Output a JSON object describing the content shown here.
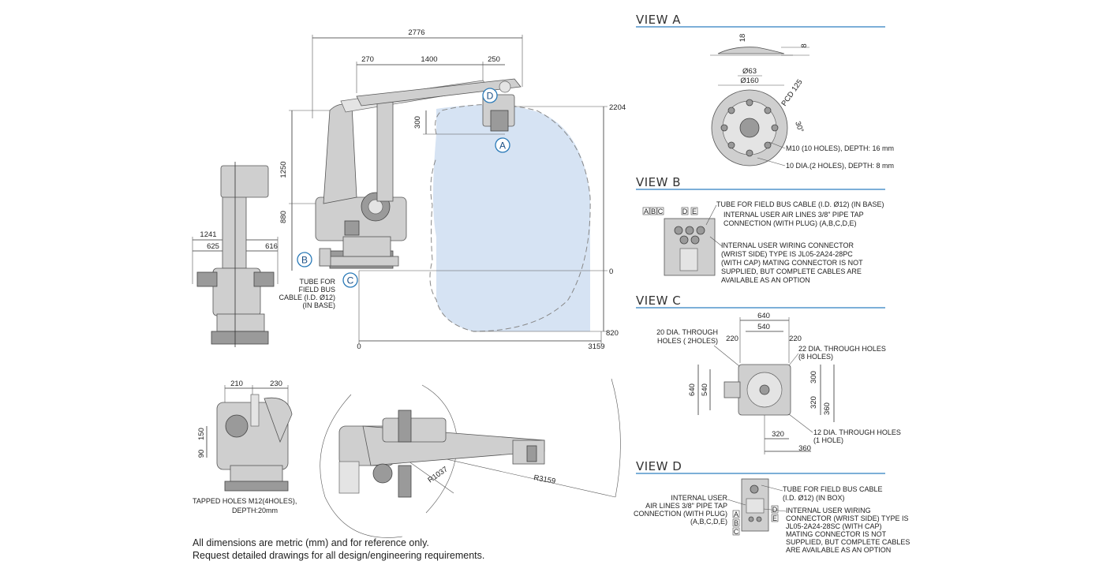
{
  "views": {
    "a": {
      "heading": "VIEW A",
      "dims": {
        "d18": "18",
        "d8": "8",
        "d63": "Ø63",
        "d160": "Ø160",
        "pcd": "PCD 125",
        "ang": "30°"
      },
      "notes": {
        "m10": "M10 (10 HOLES), DEPTH: 16 mm",
        "dia10": "10 DIA.(2 HOLES), DEPTH: 8 mm"
      }
    },
    "b": {
      "heading": "VIEW B",
      "labels": [
        "A",
        "B",
        "C",
        "D",
        "E"
      ],
      "notes": {
        "tube": "TUBE FOR FIELD BUS CABLE (I.D. Ø12) (IN BASE)",
        "air1": "INTERNAL USER AIR LINES 3/8\" PIPE TAP",
        "air2": "CONNECTION (WITH PLUG) (A,B,C,D,E)",
        "w1": "INTERNAL USER WIRING CONNECTOR",
        "w2": "(WRIST SIDE) TYPE IS JL05-2A24-28PC",
        "w3": "(WITH CAP) MATING CONNECTOR IS NOT",
        "w4": "SUPPLIED, BUT COMPLETE CABLES ARE",
        "w5": "AVAILABLE AS AN OPTION"
      }
    },
    "c": {
      "heading": "VIEW C",
      "dims": {
        "d640a": "640",
        "d540a": "540",
        "d220a": "220",
        "d220b": "220",
        "d640b": "640",
        "d540b": "540",
        "d300": "300",
        "d320a": "320",
        "d360a": "360",
        "d320b": "320",
        "d360b": "360"
      },
      "notes": {
        "h20a": "20 DIA. THROUGH",
        "h20b": "HOLES ( 2HOLES)",
        "h22a": "22 DIA. THROUGH HOLES",
        "h22b": "(8 HOLES)",
        "h12a": "12 DIA. THROUGH HOLES",
        "h12b": "(1 HOLE)"
      }
    },
    "d": {
      "heading": "VIEW D",
      "labels": [
        "A",
        "B",
        "C",
        "D",
        "E"
      ],
      "notes": {
        "tube1": "TUBE FOR FIELD BUS CABLE",
        "tube2": "(I.D. Ø12) (IN BOX)",
        "air1": "INTERNAL USER",
        "air2": "AIR LINES 3/8\" PIPE TAP",
        "air3": "CONNECTION (WITH PLUG)",
        "air4": "(A,B,C,D,E)",
        "w1": "INTERNAL USER WIRING",
        "w2": "CONNECTOR (WRIST SIDE) TYPE IS",
        "w3": "JL05-2A24-28SC (WITH CAP)",
        "w4": "MATING CONNECTOR IS NOT",
        "w5": "SUPPLIED, BUT COMPLETE CABLES",
        "w6": "ARE AVAILABLE AS AN OPTION"
      }
    }
  },
  "side": {
    "dims": {
      "d2776": "2776",
      "d270": "270",
      "d1400": "1400",
      "d250": "250",
      "d2204": "2204",
      "d300": "300",
      "d1250": "1250",
      "d880": "880",
      "d0right": "0",
      "d820": "820",
      "d0bottom": "0",
      "d3159": "3159"
    },
    "callouts": {
      "a": "A",
      "b": "B",
      "c": "C",
      "d": "D"
    },
    "tube": [
      "TUBE FOR",
      "FIELD BUS",
      "CABLE (I.D. Ø12)",
      "(IN BASE)"
    ]
  },
  "front": {
    "dims": {
      "d1241": "1241",
      "d625": "625",
      "d616": "616"
    }
  },
  "rear": {
    "dims": {
      "d210": "210",
      "d230": "230",
      "d150": "150",
      "d90": "90"
    },
    "note1": "TAPPED HOLES M12(4HOLES),",
    "note2": "DEPTH:20mm"
  },
  "top": {
    "dims": {
      "r1037": "R1037",
      "r3159": "R3159"
    }
  },
  "footnote": {
    "line1": "All dimensions are metric (mm) and for reference only.",
    "line2": "Request detailed drawings for all design/engineering requirements."
  },
  "colors": {
    "envelope": "#d6e3f3",
    "callout": "#2a7ab8",
    "rule": "#2f7fc1"
  }
}
